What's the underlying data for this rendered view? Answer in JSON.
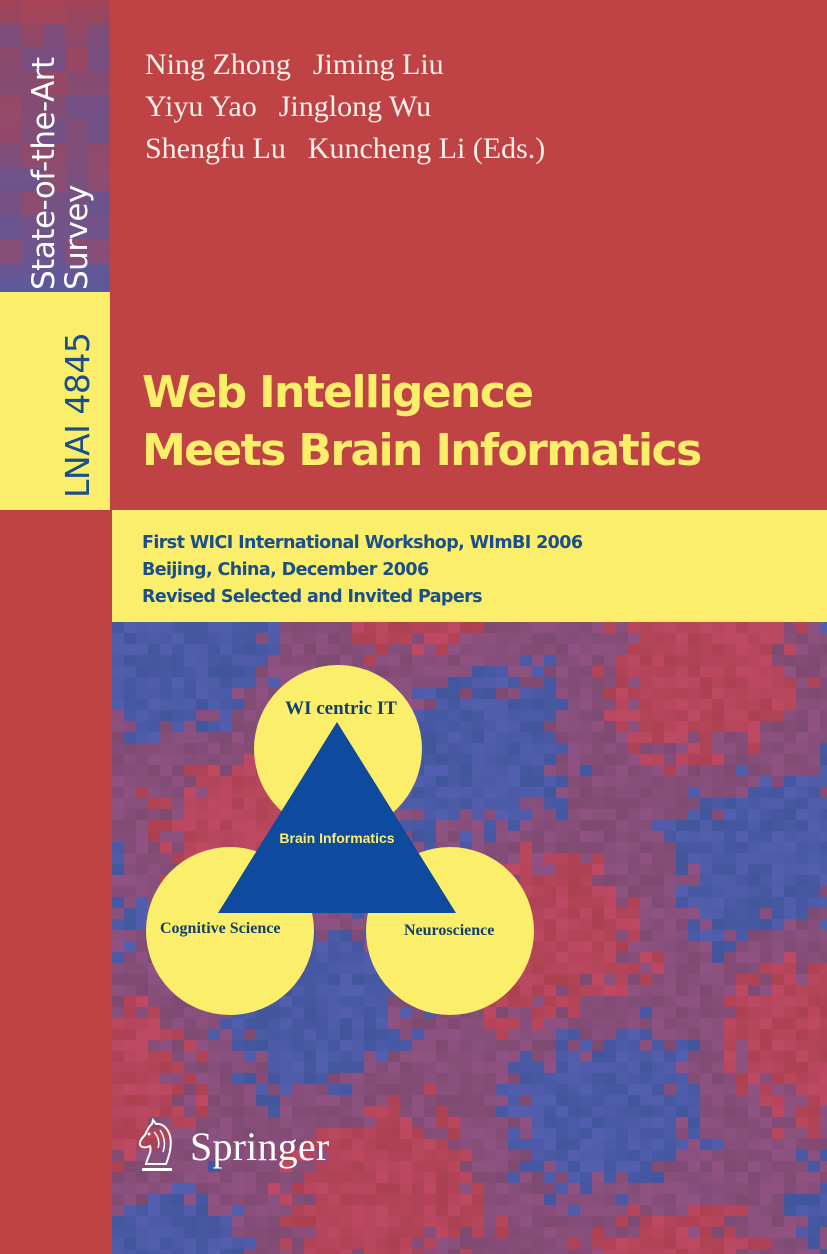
{
  "spine": {
    "series_line1": "State-of-the-Art",
    "series_line2": "Survey",
    "volume": "LNAI 4845"
  },
  "editors": {
    "rows": [
      [
        "Ning Zhong",
        "Jiming Liu"
      ],
      [
        "Yiyu Yao",
        "Jinglong Wu"
      ],
      [
        "Shengfu Lu",
        "Kuncheng Li (Eds.)"
      ]
    ],
    "r0a": "Ning Zhong",
    "r0b": "Jiming Liu",
    "r1a": "Yiyu Yao",
    "r1b": "Jinglong Wu",
    "r2a": "Shengfu Lu",
    "r2b": "Kuncheng Li (Eds.)"
  },
  "title": {
    "line1": "Web Intelligence",
    "line2": "Meets Brain Informatics"
  },
  "subtitle": {
    "line1": "First WICI International Workshop, WImBI 2006",
    "line2": "Beijing, China, December 2006",
    "line3": "Revised Selected and Invited Papers"
  },
  "diagram": {
    "top_circle": "WI centric IT",
    "left_circle": "Cognitive Science",
    "right_circle": "Neuroscience",
    "triangle": "Brain Informatics"
  },
  "publisher": {
    "name": "Springer",
    "logo_icon": "knight-horse-icon"
  },
  "colors": {
    "red": "#bf4244",
    "yellow": "#fbee6a",
    "blue_text": "#1b4f8c",
    "triangle_blue": "#0e4a9e",
    "mosaic_blue": "#4a5aa6",
    "mosaic_red": "#b5455a"
  }
}
